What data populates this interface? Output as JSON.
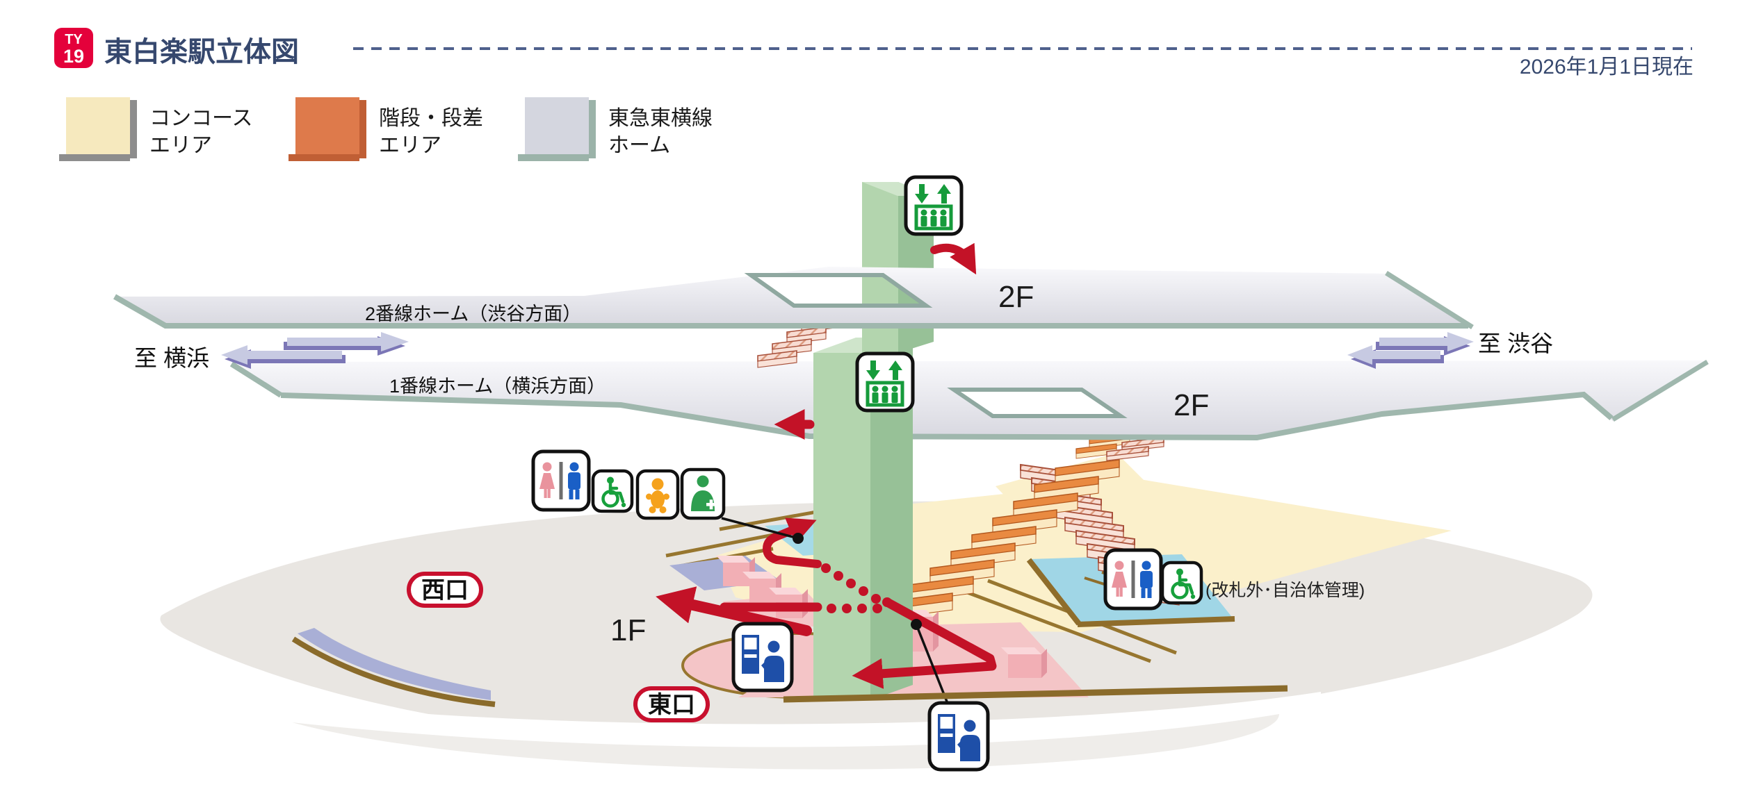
{
  "header": {
    "line_badge": {
      "line": "TY",
      "number": "19"
    },
    "title": "東白楽駅立体図",
    "date_note": "2026年1月1日現在"
  },
  "legend": {
    "items": [
      {
        "label_line1": "コンコース",
        "label_line2": "エリア",
        "swatch_color": "#F6E9BE"
      },
      {
        "label_line1": "階段・段差",
        "label_line2": "エリア",
        "swatch_color": "#DE7A4B"
      },
      {
        "label_line1": "東急東横線",
        "label_line2": "ホーム",
        "swatch_color": "#D4D6DF"
      }
    ]
  },
  "diagram": {
    "platforms": {
      "line2": {
        "name": "2番線ホーム（渋谷方面）",
        "floor": "2F"
      },
      "line1": {
        "name": "1番線ホーム（横浜方面）",
        "floor": "2F"
      }
    },
    "directions": {
      "to_yokohama": "至 横浜",
      "to_shibuya": "至 渋谷"
    },
    "concourse_floor": "1F",
    "exits": {
      "west": "西口",
      "east": "東口"
    },
    "annotations": {
      "outside_gate_note": "(改札外･自治体管理)"
    },
    "icons": {
      "elevator": "elevator-icon",
      "restroom": "restroom-icon",
      "wheelchair": "wheelchair-accessible-icon",
      "baby_care": "baby-care-icon",
      "care_room": "care-room-icon",
      "ticket_machine": "ticket-machine-icon"
    },
    "colors": {
      "route_red": "#C31227",
      "badge_red": "#E4013B",
      "accent_navy": "#36486E",
      "platform_edge": "#9FB7AD",
      "concourse_cream": "#FBF0CB",
      "stair_orange": "#E98A41",
      "elevator_green": "#B3D5AE",
      "toilet_blue": "#A5DAE8",
      "floor_edge_brown": "#97762F"
    }
  }
}
